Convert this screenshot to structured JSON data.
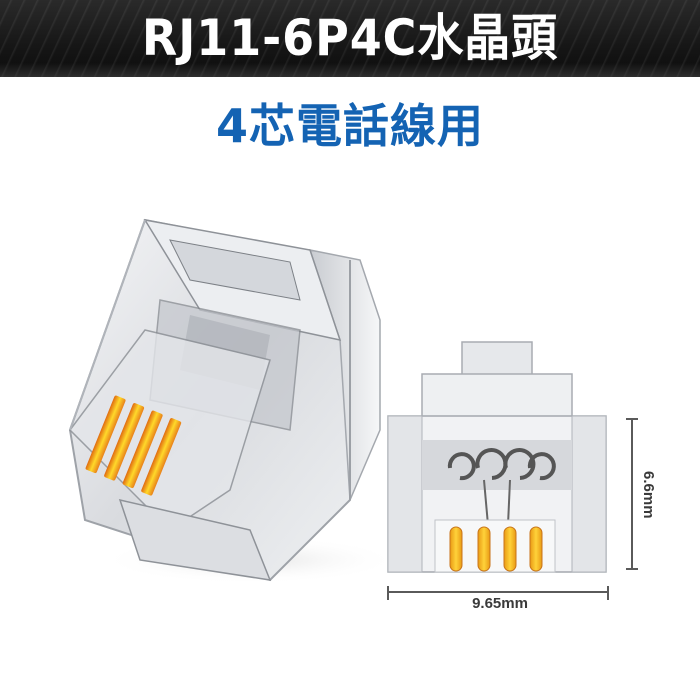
{
  "banner": {
    "title": "RJ11-6P4C水晶頭",
    "background_color": "#161616",
    "text_color": "#ffffff"
  },
  "subtitle": {
    "text": "4芯電話線用",
    "color": "#1463b3"
  },
  "product": {
    "name": "RJ11-6P4C connector",
    "contacts": 4,
    "contact_color": "#f0a020",
    "views": [
      "perspective-view",
      "front-view"
    ]
  },
  "dimensions": {
    "height_label": "6.6mm",
    "width_label": "9.65mm",
    "line_color": "#5a5a5a"
  }
}
